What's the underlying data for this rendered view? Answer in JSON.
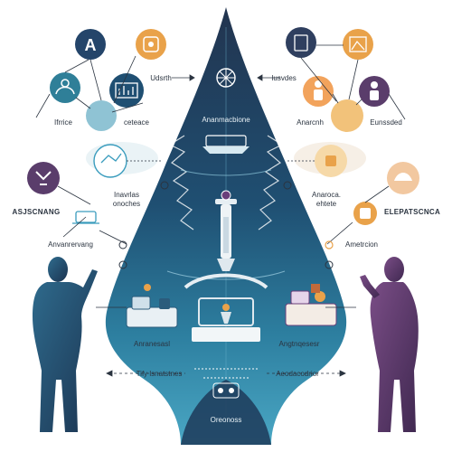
{
  "colors": {
    "navy": "#1f3b5b",
    "teal": "#2f7f98",
    "light_teal": "#5fb0c8",
    "purple": "#5a3d6b",
    "orange": "#e9a24a",
    "peach": "#f1c58b",
    "background": "#ffffff"
  },
  "icons": {
    "top_left": [
      "letter-a-icon",
      "target-icon",
      "user-group-icon",
      "monitor-chart-icon",
      "small-circle-blue"
    ],
    "top_right": [
      "document-icon",
      "chart-icon",
      "person-icon",
      "person-outline-icon",
      "small-circle-orange"
    ],
    "left_mid": [
      "puzzle-icon",
      "laptop-icon"
    ],
    "right_mid": [
      "person-seated-icon",
      "lab-icon",
      "hand-icon"
    ],
    "cone": [
      "wheel-icon",
      "tray-icon",
      "pipette-icon",
      "test-tube-icon"
    ]
  },
  "labels": {
    "top_left_1": "Ifrrice",
    "top_left_2": "ceteace",
    "top_mid_left": "Udsrth",
    "top_mid_right": "Iusvdes",
    "top_right_1": "Anarcnh",
    "top_right_2": "Eunssded",
    "cone_title": "Ananmacbione",
    "left_mid_title": "Inavrlas",
    "left_mid_sub": "onoches",
    "left_mid_2": "ASJSCNANG",
    "left_low": "Anvanrervang",
    "right_mid_title": "Anaroca.",
    "right_mid_sub": "ehtete",
    "right_mid_2": "ELEPATSCNCA",
    "right_low": "Ametrcion",
    "cone_low_left": "Anranesasl",
    "cone_low_right": "Angtnqesesr",
    "bottom_left": "Tify lsnatstnes",
    "bottom_right": "Aeodacodrior",
    "cone_bottom": "Oreonoss"
  }
}
